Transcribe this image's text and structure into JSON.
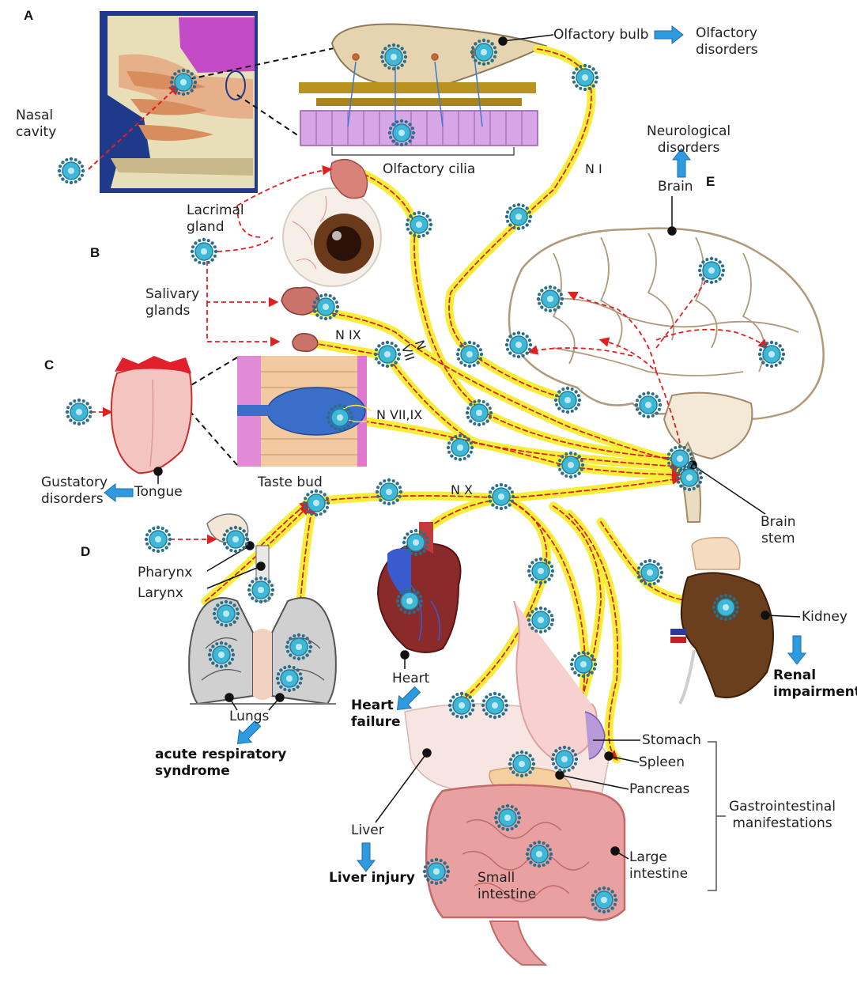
{
  "panels": [
    "A",
    "B",
    "C",
    "D",
    "E"
  ],
  "labels": {
    "nasal_cavity": "Nasal\ncavity",
    "olfactory_bulb": "Olfactory bulb",
    "olfactory_disorders": "Olfactory\ndisorders",
    "olfactory_cilia": "Olfactory cilia",
    "neurological_disorders": "Neurological\ndisorders",
    "brain": "Brain",
    "lacrimal_gland": "Lacrimal\ngland",
    "salivary_glands": "Salivary\nglands",
    "tongue": "Tongue",
    "gustatory_disorders": "Gustatory\ndisorders",
    "taste_bud": "Taste bud",
    "brain_stem": "Brain\nstem",
    "pharynx": "Pharynx",
    "larynx": "Larynx",
    "lungs": "Lungs",
    "acute_respiratory_syndrome": "acute respiratory\nsyndrome",
    "heart": "Heart",
    "heart_failure": "Heart\nfailure",
    "kidney": "Kidney",
    "renal_impairment": "Renal\nimpairment",
    "stomach": "Stomach",
    "spleen": "Spleen",
    "pancreas": "Pancreas",
    "gastrointestinal_manifestations": "Gastrointestinal\nmanifestations",
    "liver": "Liver",
    "liver_injury": "Liver injury",
    "small_intestine": "Small\nintestine",
    "large_intestine": "Large\nintestine"
  },
  "nerves": {
    "n1": "N I",
    "n7": "N\nVII",
    "n9": "N IX",
    "n79": "N VII,IX",
    "n10": "N X"
  },
  "colors": {
    "nerve_fill": "#f5ef3a",
    "nerve_edge": "#9a9a2a",
    "pathway_arrow": "#e02020",
    "outcome_arrow": "#2e9be0",
    "virus_body": "#3fb8d8",
    "brain_line": "#b09a7a",
    "heart": "#8b2a2a",
    "kidney": "#6b3e1e",
    "intestine": "#d98b8b"
  },
  "icons": [
    "virus-particle-icon",
    "outcome-arrow-icon"
  ]
}
